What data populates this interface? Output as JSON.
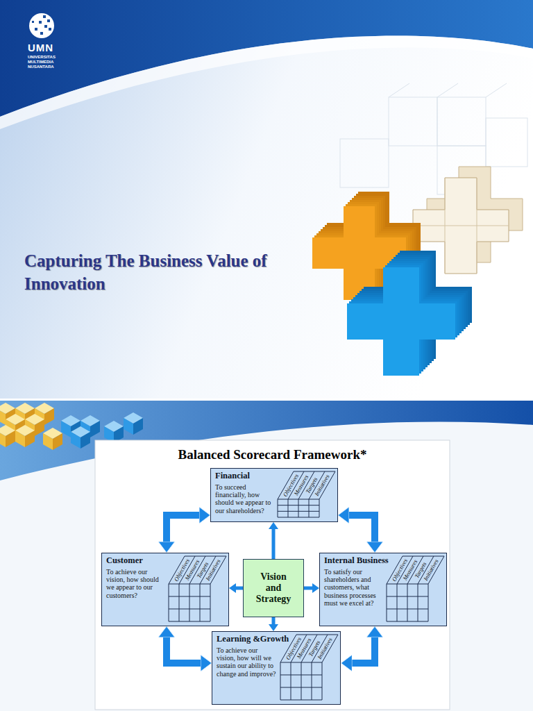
{
  "diagram": {
    "title": "Balanced Scorecard Framework*",
    "nodes": [
      {
        "text": [
          "Financial",
          "To succeed financially, how should we appear to our shareholders?",
          "Objectives",
          "Measures",
          "Targets",
          "Initiatives"
        ]
      },
      {
        "text": [
          "Customer",
          "To achieve our vision, how should we appear to our customers?",
          "Objectives",
          "Measures",
          "Targets",
          "Initiatives"
        ]
      },
      {
        "text": [
          "Vision and Strategy"
        ]
      },
      {
        "text": [
          "Internal Business",
          "To satisfy our shareholders and customers, what business processes must we excel at?",
          "Objectives",
          "Measures",
          "Targets",
          "Initiatives"
        ]
      },
      {
        "text": [
          "Learning &Growth",
          "To achieve our vision, how will we sustain our ability to change and improve?",
          "Objectives",
          "Measures",
          "Targets",
          "Initiatives"
        ]
      }
    ],
    "edges": [
      {
        "from": 0,
        "to": 1,
        "arrow": "both"
      },
      {
        "from": 0,
        "to": 3,
        "arrow": "both"
      },
      {
        "from": 3,
        "to": 4,
        "arrow": "both"
      },
      {
        "from": 4,
        "to": 1,
        "arrow": "both"
      },
      {
        "from": 2,
        "to": 0,
        "arrow": "to"
      },
      {
        "from": 2,
        "to": 1,
        "arrow": "to"
      },
      {
        "from": 2,
        "to": 3,
        "arrow": "to"
      },
      {
        "from": 2,
        "to": 4,
        "arrow": "to"
      }
    ],
    "labels": [
      "UMN",
      "UNIVERSITAS MULTIMEDIA NUSANTARA",
      "Capturing The Business Value of Innovation"
    ]
  }
}
